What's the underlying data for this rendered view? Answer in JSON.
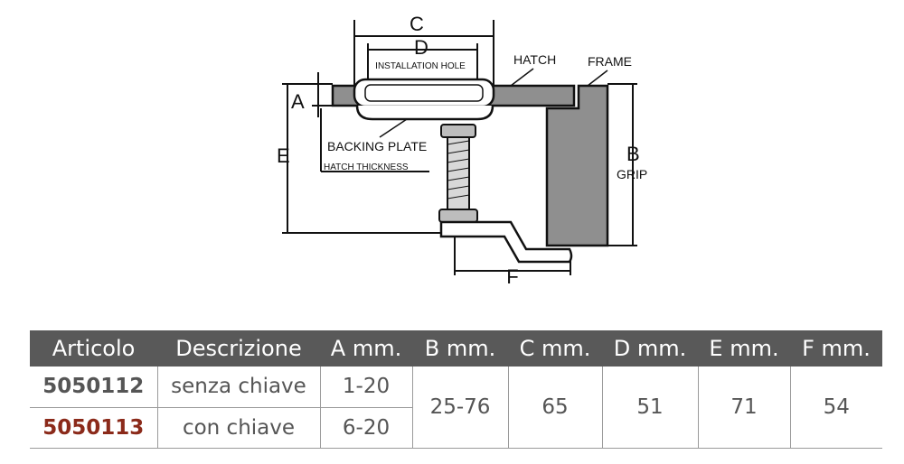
{
  "diagram": {
    "labels": {
      "c": "C",
      "d": "D",
      "installation_hole": "INSTALLATION HOLE",
      "hatch": "HATCH",
      "frame": "FRAME",
      "a": "A",
      "e": "E",
      "backing_plate": "BACKING PLATE",
      "hatch_thickness": "HATCH THICKNESS",
      "b": "B",
      "grip": "GRIP",
      "f": "F"
    }
  },
  "table": {
    "headers": [
      "Articolo",
      "Descrizione",
      "A mm.",
      "B mm.",
      "C mm.",
      "D mm.",
      "E mm.",
      "F mm."
    ],
    "rows": [
      {
        "code": "5050112",
        "description": "senza chiave",
        "a": "1-20"
      },
      {
        "code": "5050113",
        "description": "con chiave",
        "a": "6-20"
      }
    ],
    "shared": {
      "b": "25-76",
      "c": "65",
      "d": "51",
      "e": "71",
      "f": "54"
    },
    "colors": {
      "header_bg": "#595959",
      "code_first": "#555555",
      "code_second": "#8b2a1a"
    }
  }
}
